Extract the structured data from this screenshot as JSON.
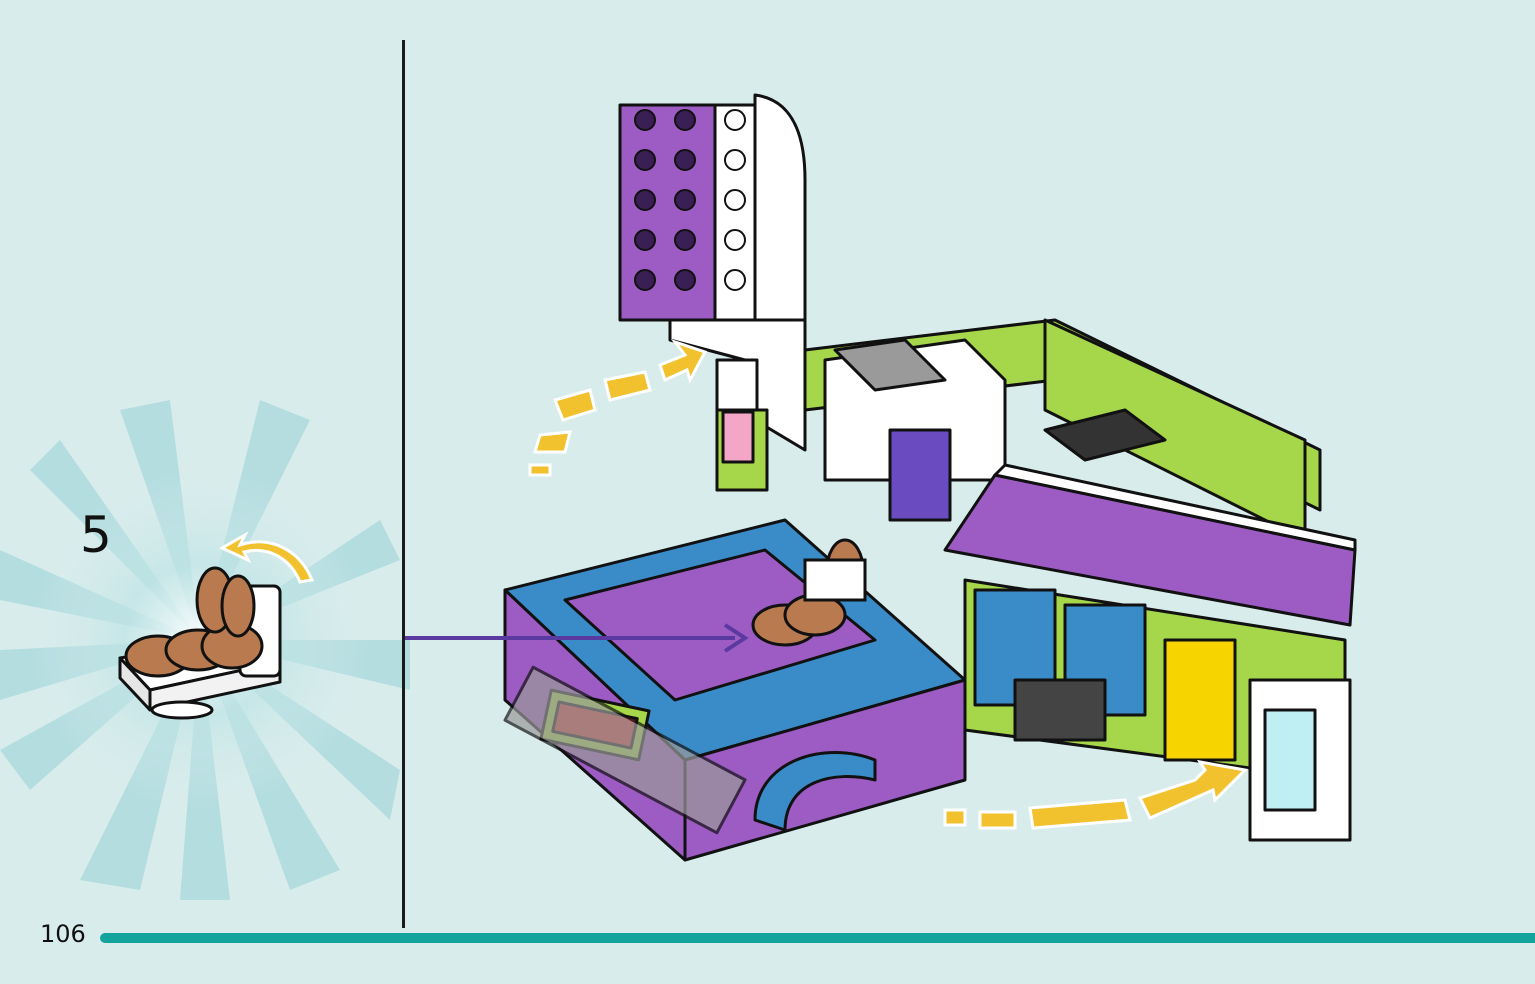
{
  "step": {
    "number": "5"
  },
  "footer": {
    "page_number": "106",
    "accent_color": "#12a49c"
  },
  "colors": {
    "background": "#d8ecec",
    "purple": "#9c5cc4",
    "blue": "#3a8cc8",
    "lime": "#a6d64a",
    "white": "#ffffff",
    "grey": "#9a9a9a",
    "brown": "#b87a4e",
    "yellow_arrow": "#f2c12e",
    "indicator_arrow": "#5a3aa0"
  },
  "icons": {
    "callout": "seat-piece-with-rotate-arrow",
    "rotation_arrows": "curved-dashed-arrow",
    "placement_arrow": "right-arrow"
  }
}
